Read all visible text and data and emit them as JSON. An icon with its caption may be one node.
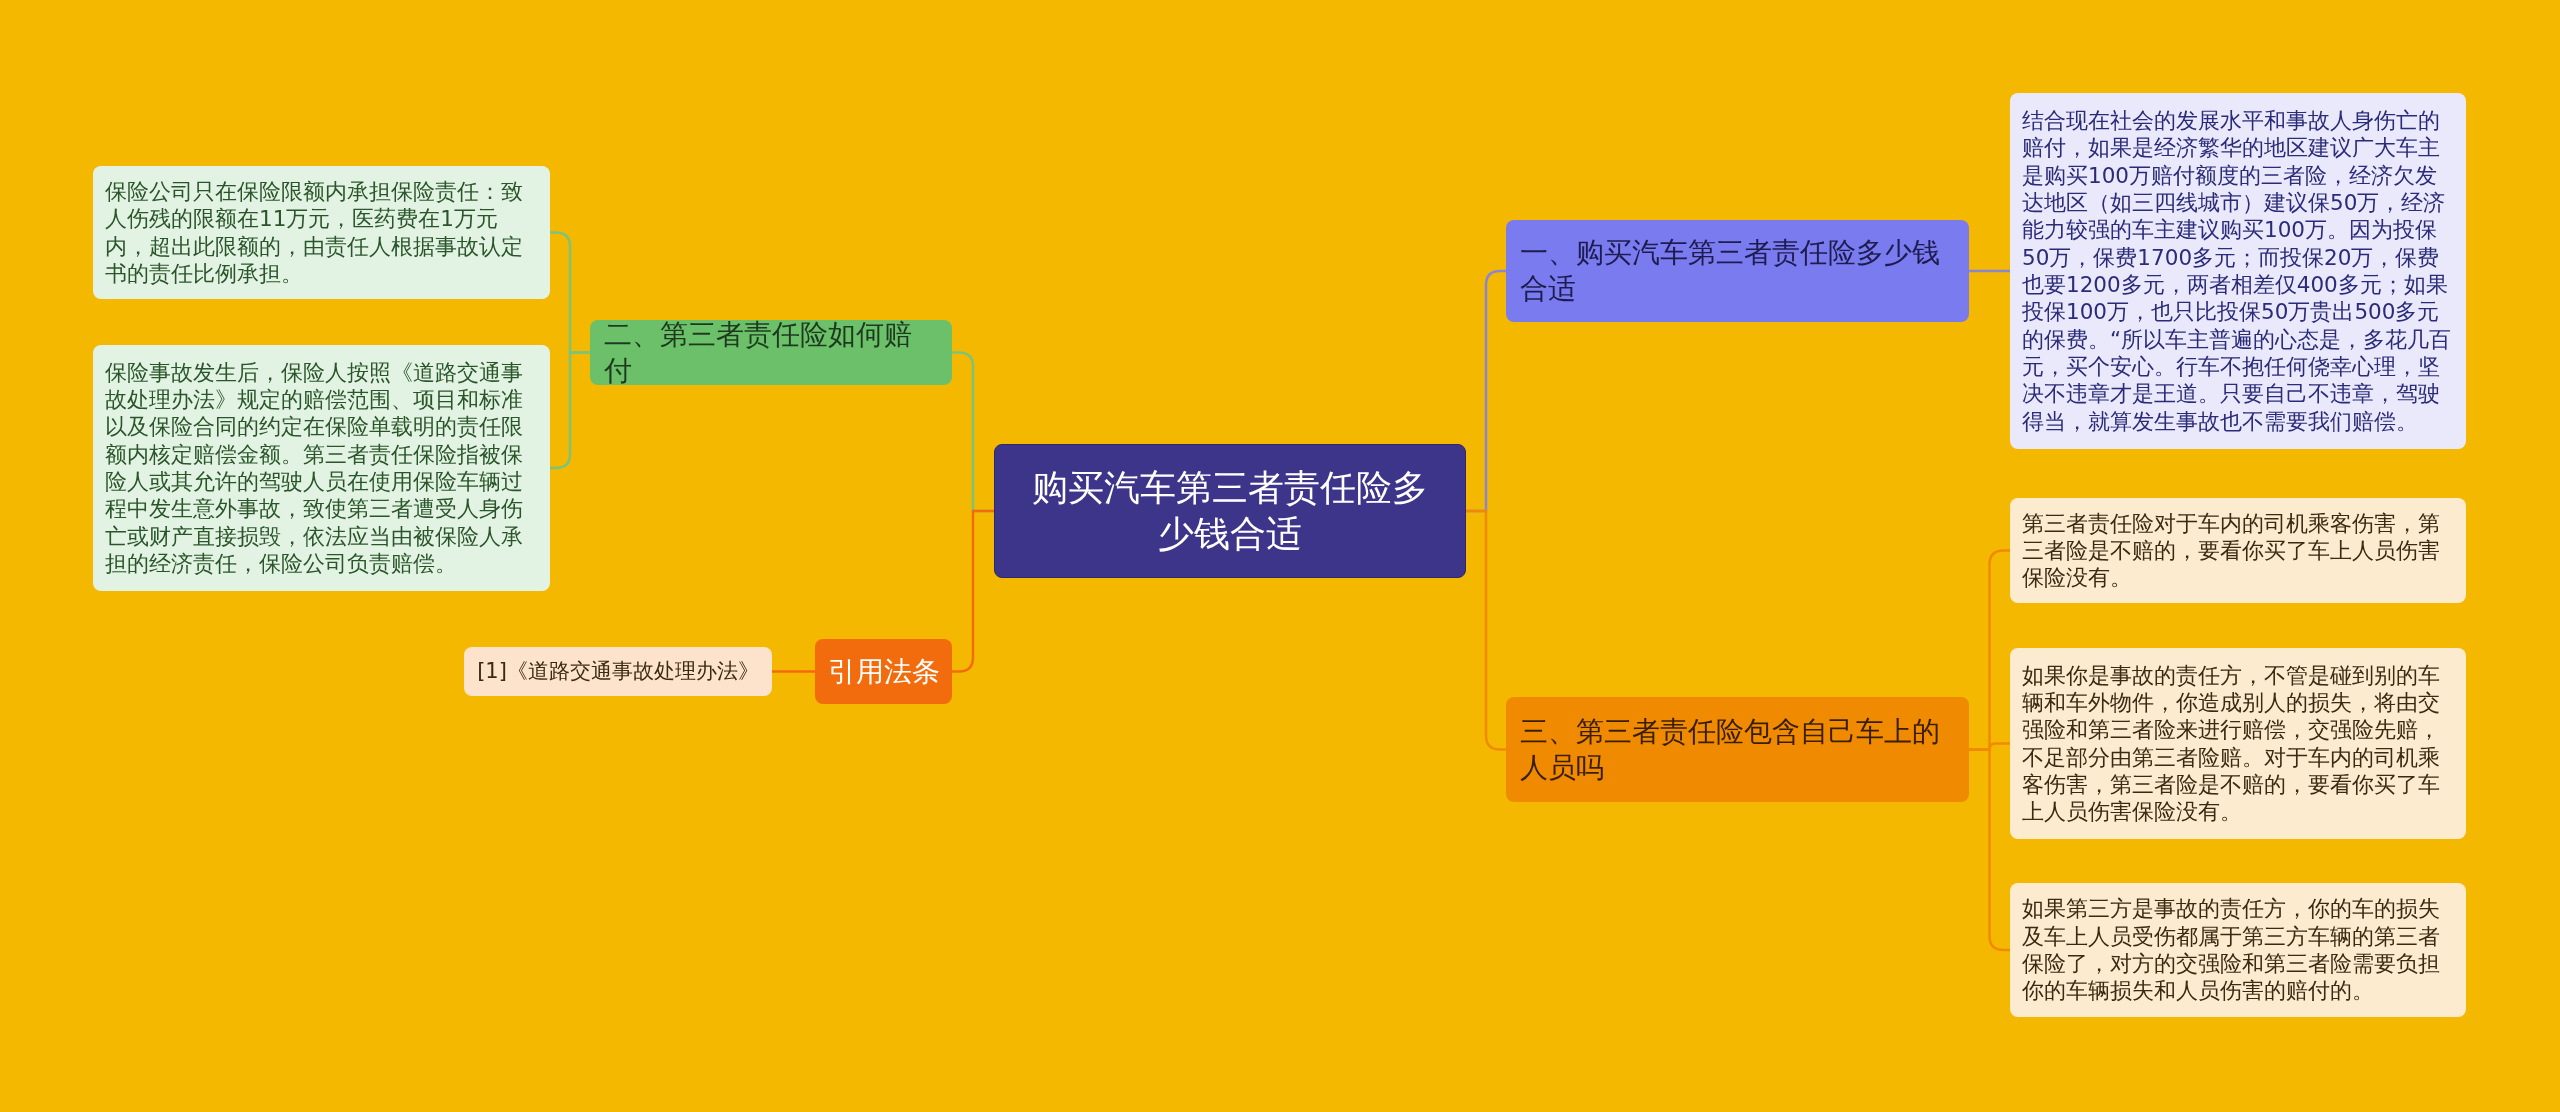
{
  "diagram": {
    "nodes": [
      {
        "text": [
          "购买汽车第三者责任险多少钱合适"
        ]
      },
      {
        "text": [
          "一、购买汽车第三者责任险多少钱合适"
        ]
      },
      {
        "text": [
          "结合现在社会的发展水平和事故人身伤亡的赔付，如果是经济繁华的地区建议广大车主是购买100万赔付额度的三者险，经济欠发达地区（如三四线城市）建议保50万，经济能力较强的车主建议购买100万。因为投保50万，保费1700多元；而投保20万，保费也要1200多元，两者相差仅400多元；如果投保100万，也只比投保50万贵出500多元的保费。“所以车主普遍的心态是，多花几百元，买个安心。行车不抱任何侥幸心理，坚决不违章才是王道。只要自己不违章，驾驶得当，就算发生事故也不需要我们赔偿。"
        ]
      },
      {
        "text": [
          "三、第三者责任险包含自己车上的人员吗"
        ]
      },
      {
        "text": [
          "第三者责任险对于车内的司机乘客伤害，第三者险是不赔的，要看你买了车上人员伤害保险没有。"
        ]
      },
      {
        "text": [
          "如果你是事故的责任方，不管是碰到别的车辆和车外物件，你造成别人的损失，将由交强险和第三者险来进行赔偿，交强险先赔，不足部分由第三者险赔。对于车内的司机乘客伤害，第三者险是不赔的，要看你买了车上人员伤害保险没有。"
        ]
      },
      {
        "text": [
          "如果第三方是事故的责任方，你的车的损失及车上人员受伤都属于第三方车辆的第三者保险了，对方的交强险和第三者险需要负担你的车辆损失和人员伤害的赔付的。"
        ]
      },
      {
        "text": [
          "二、第三者责任险如何赔付"
        ]
      },
      {
        "text": [
          "保险公司只在保险限额内承担保险责任：致人伤残的限额在11万元，医药费在1万元内，超出此限额的，由责任人根据事故认定书的责任比例承担。"
        ]
      },
      {
        "text": [
          "保险事故发生后，保险人按照《道路交通事故处理办法》规定的赔偿范围、项目和标准以及保险合同的约定在保险单载明的责任限额内核定赔偿金额。第三者责任保险指被保险人或其允许的驾驶人员在使用保险车辆过程中发生意外事故，致使第三者遭受人身伤亡或财产直接损毁，依法应当由被保险人承担的经济责任，保险公司负责赔偿。"
        ]
      },
      {
        "text": [
          "引用法条"
        ]
      },
      {
        "text": [
          "[1]《道路交通事故处理办法》"
        ]
      }
    ],
    "edges": [
      {
        "from": 0,
        "to": 1,
        "arrow": "none",
        "color": "#8a86d6"
      },
      {
        "from": 1,
        "to": 2,
        "arrow": "none",
        "color": "#8a86d6"
      },
      {
        "from": 0,
        "to": 3,
        "arrow": "none",
        "color": "#f08a00"
      },
      {
        "from": 3,
        "to": 4,
        "arrow": "none",
        "color": "#f08a00"
      },
      {
        "from": 3,
        "to": 5,
        "arrow": "none",
        "color": "#f08a00"
      },
      {
        "from": 3,
        "to": 6,
        "arrow": "none",
        "color": "#f08a00"
      },
      {
        "from": 0,
        "to": 7,
        "arrow": "none",
        "color": "#7cc47a"
      },
      {
        "from": 7,
        "to": 8,
        "arrow": "none",
        "color": "#7cc47a"
      },
      {
        "from": 7,
        "to": 9,
        "arrow": "none",
        "color": "#7cc47a"
      },
      {
        "from": 0,
        "to": 10,
        "arrow": "none",
        "color": "#f26b0d"
      },
      {
        "from": 10,
        "to": 11,
        "arrow": "none",
        "color": "#f26b0d"
      }
    ]
  }
}
